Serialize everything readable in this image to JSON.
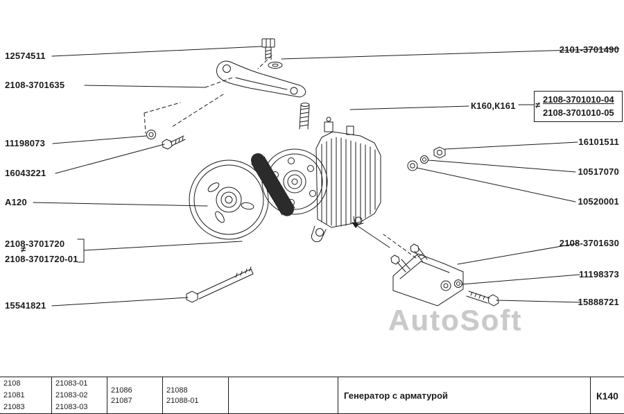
{
  "diagram": {
    "left_labels": [
      "12574511",
      "2108-3701635",
      "11198073",
      "16043221",
      "А120",
      "2108-3701720",
      "2108-3701720-01",
      "15541821"
    ],
    "right_labels": [
      "2101-3701490",
      "К160,К161",
      "2108-3701010-04",
      "2108-3701010-05",
      "16101511",
      "10517070",
      "10520001",
      "2108-3701630",
      "11198373",
      "15888721"
    ],
    "not_equal_mark": "≠"
  },
  "watermark": {
    "text": "AutoSoft"
  },
  "footer": {
    "models_col1": [
      "2108",
      "21081",
      "21083"
    ],
    "models_col2": [
      "21083-01",
      "21083-02",
      "21083-03"
    ],
    "models_col3": [
      "21086",
      "21087"
    ],
    "models_col4": [
      "21088",
      "21088-01"
    ],
    "part_name": "Генератор с арматурой",
    "page_code": "К140"
  },
  "colors": {
    "ink": "#1a1a1a",
    "watermark": "#c9c9c9",
    "background": "#ffffff"
  }
}
